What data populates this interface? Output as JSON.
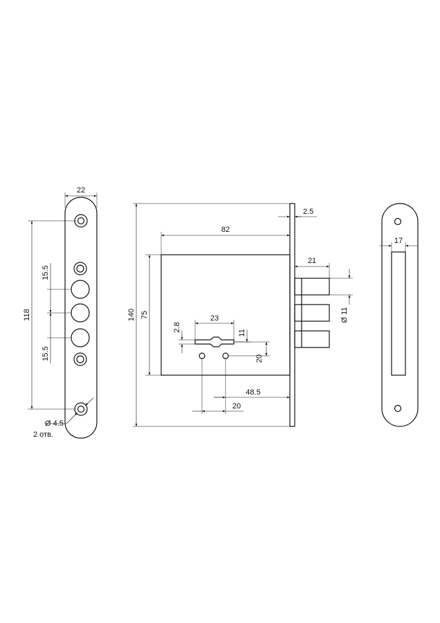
{
  "dimensions": {
    "front_width": "22",
    "front_height": "118",
    "front_hole_spacing_upper": "15.5",
    "front_hole_spacing_lower": "15.5",
    "mount_hole_diameter": "Ø 4.5",
    "mount_hole_count": "2 отв.",
    "overall_height": "140",
    "faceplate_thickness": "2.5",
    "body_width": "82",
    "body_height": "75",
    "bolt_throw": "21",
    "bolt_diameter": "Ø 11",
    "keyway_width": "23",
    "keyway_height": "2.8",
    "keyway_offset": "11",
    "pin_vertical": "20",
    "backset": "48.5",
    "pin_spacing": "20",
    "strike_width": "17"
  }
}
